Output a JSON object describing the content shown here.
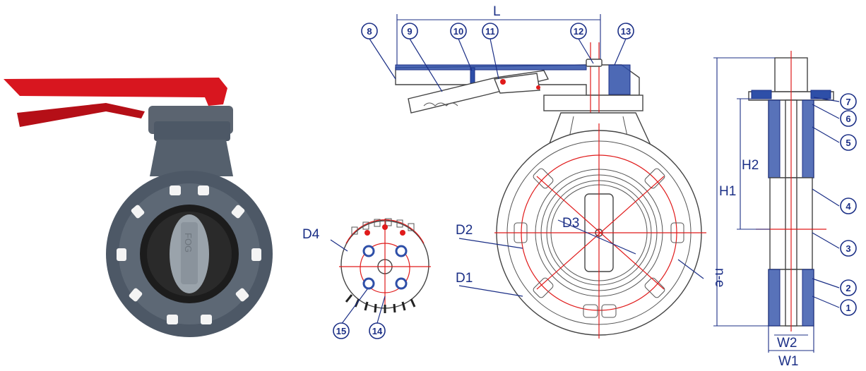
{
  "dimension_labels": {
    "L": "L",
    "D1": "D1",
    "D2": "D2",
    "D3": "D3",
    "D4": "D4",
    "n_e": "n-e",
    "H1": "H1",
    "H2": "H2",
    "W1": "W1",
    "W2": "W2"
  },
  "part_numbers": [
    "1",
    "2",
    "3",
    "4",
    "5",
    "6",
    "7",
    "8",
    "9",
    "10",
    "11",
    "12",
    "13",
    "14",
    "15"
  ],
  "colors": {
    "label_blue": "#1b2f86",
    "hatch_blue": "#2e4fa8",
    "center_line_red": "#e01b1b",
    "body_grey": "#4d5866",
    "handle_red": "#d8161f",
    "liner_black": "#1c1c1c",
    "disc_grey": "#9aa3ab"
  }
}
